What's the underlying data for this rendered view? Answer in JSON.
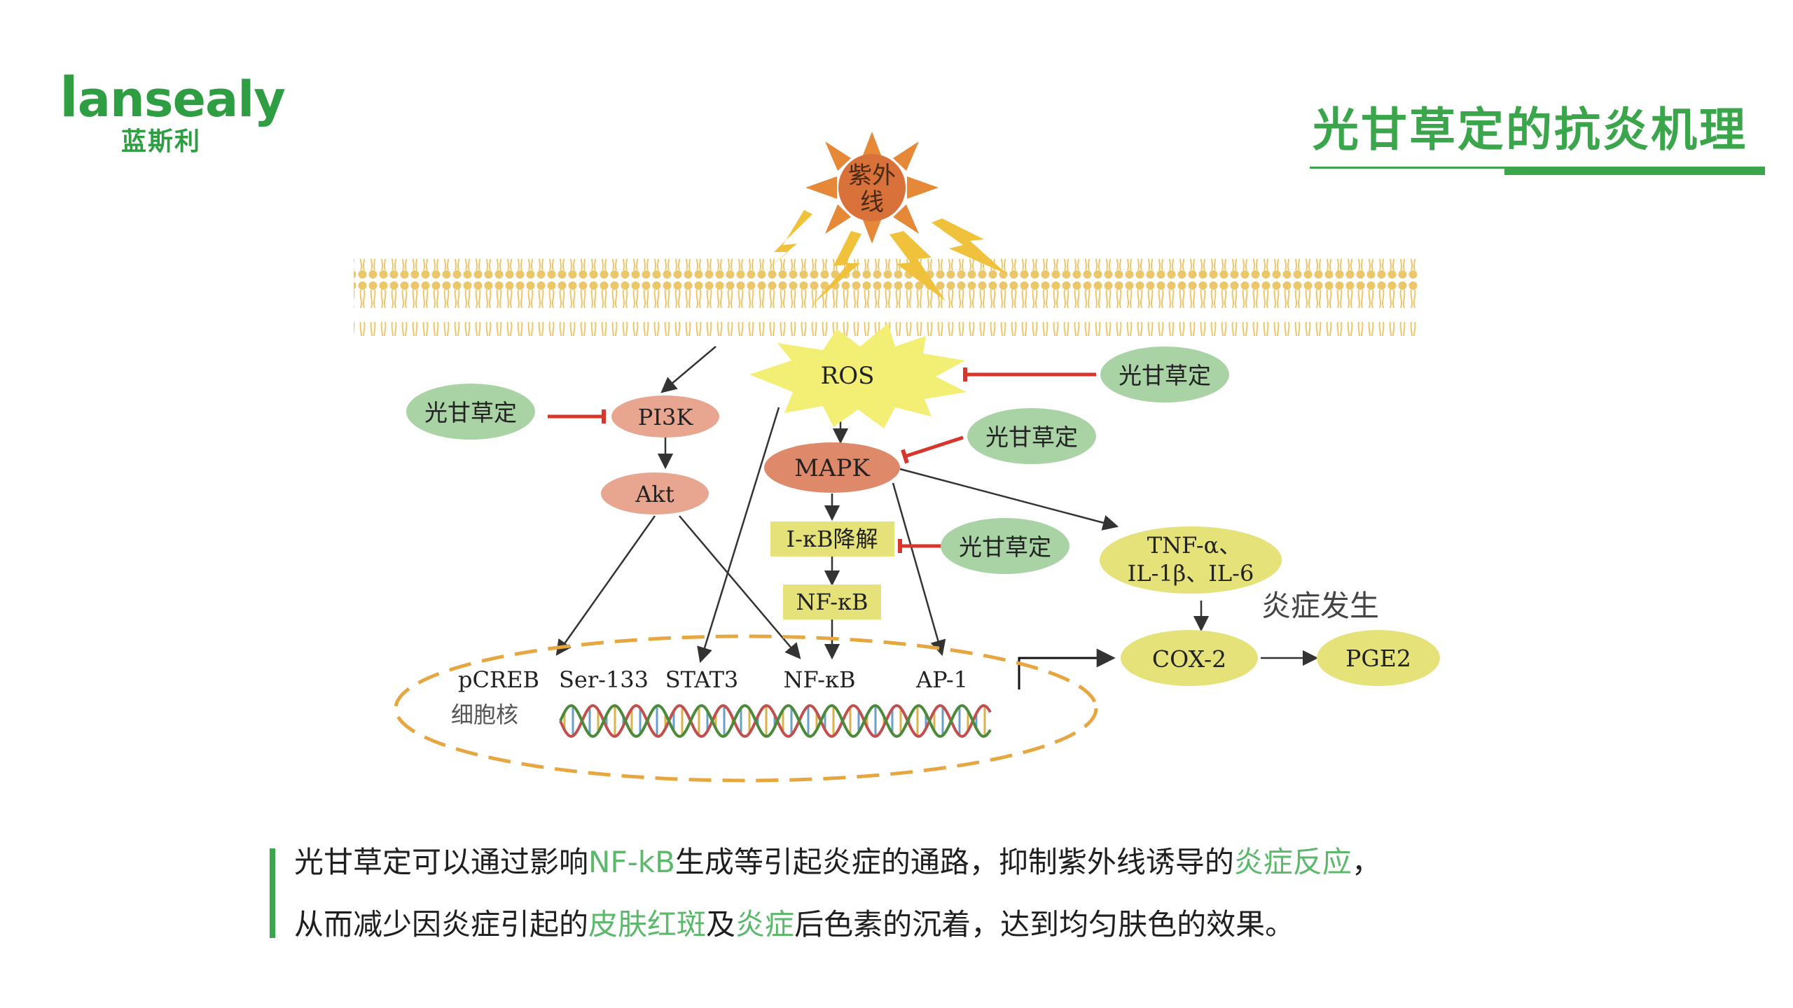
{
  "brand": {
    "wordmark_first": "l",
    "wordmark_rest": "ansealy",
    "cn_name": "蓝斯利",
    "color": "#2f9e43"
  },
  "title": "光甘草定的抗炎机理",
  "diagram": {
    "uv_label_line1": "紫外",
    "uv_label_line2": "线",
    "ros": "ROS",
    "glabridin": "光甘草定",
    "pi3k": "PI3K",
    "akt": "Akt",
    "mapk": "MAPK",
    "ikb": "I-κB降解",
    "nfkb_box": "NF-κB",
    "tnf_line1": "TNF-α、",
    "tnf_line2": "IL-1β、IL-6",
    "inflammation": "炎症发生",
    "cox2": "COX-2",
    "pge2": "PGE2",
    "nucleus_factors": [
      "pCREB",
      "Ser-133",
      "STAT3",
      "NF-κB",
      "AP-1"
    ],
    "nucleus_label": "细胞核"
  },
  "caption": {
    "line1": [
      {
        "text": "光甘草定可以通过影响",
        "hl": false
      },
      {
        "text": "NF-kB",
        "hl": true
      },
      {
        "text": "生成等引起炎症的通路，抑制紫外线诱导的",
        "hl": false
      },
      {
        "text": "炎症反应",
        "hl": true
      },
      {
        "text": "，",
        "hl": false
      }
    ],
    "line2": [
      {
        "text": "从而减少因炎症引起的",
        "hl": false
      },
      {
        "text": "皮肤红斑",
        "hl": true
      },
      {
        "text": "及",
        "hl": false
      },
      {
        "text": "炎症",
        "hl": true
      },
      {
        "text": "后色素的沉着，达到均匀肤色的效果。",
        "hl": false
      }
    ]
  },
  "colors": {
    "accent_green": "#3aa54a",
    "highlight_green": "#5cb86a",
    "inhibit_red": "#d9362b",
    "glabridin_fill": "#a9d3a4",
    "kinase_fill": "#e8a58f",
    "yellow_node": "#e6e27a",
    "membrane": "#ecc66a"
  }
}
